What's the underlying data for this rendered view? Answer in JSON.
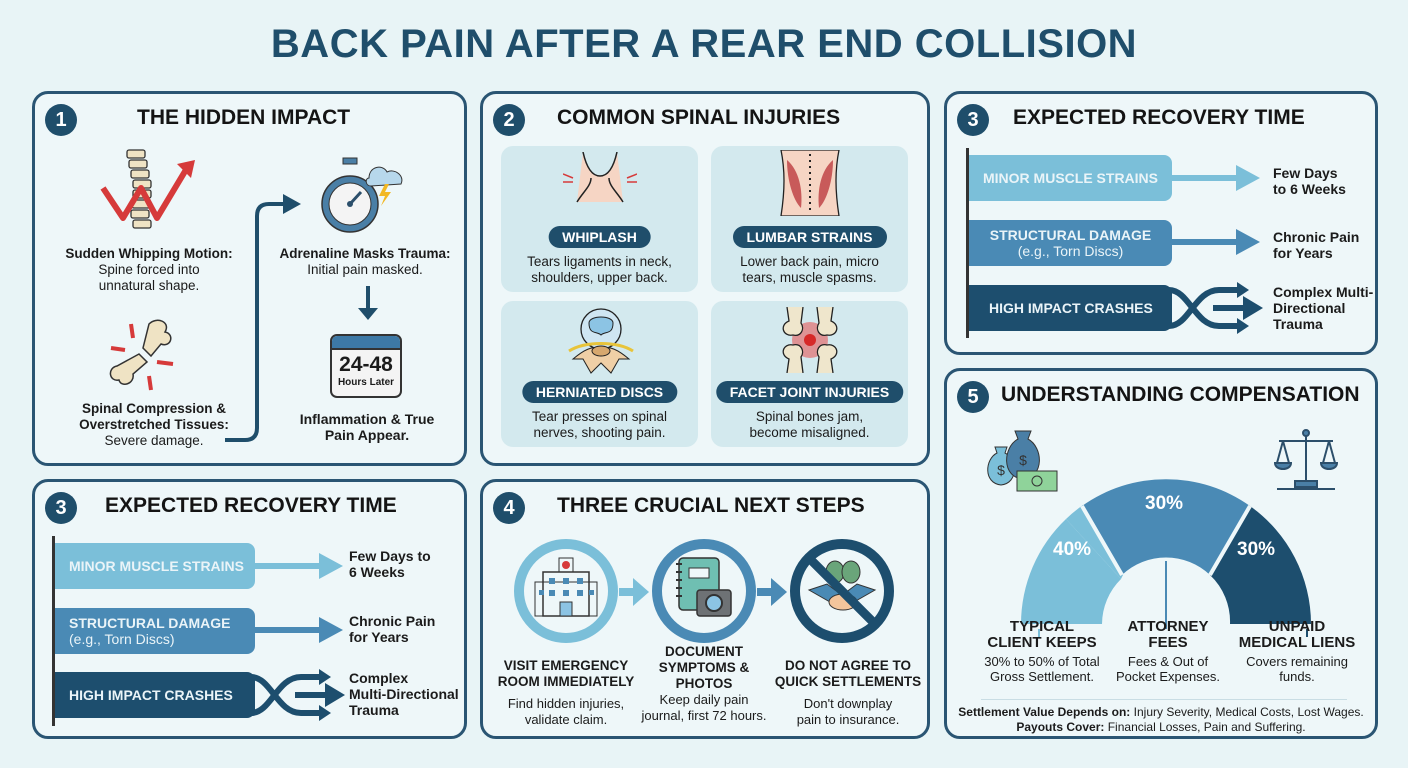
{
  "title": "BACK PAIN AFTER A REAR END COLLISION",
  "colors": {
    "navy": "#1f4e6b",
    "light_blue": "#7bbfd9",
    "mid_blue": "#4a8ab5",
    "dark_blue": "#1d4e6e",
    "red": "#d63a3a",
    "background": "#e8f4f6"
  },
  "hidden_impact": {
    "number": "1",
    "title": "THE HIDDEN IMPACT",
    "items": [
      {
        "heading": "Sudden Whipping Motion:",
        "text": "Spine forced into unnatural shape.",
        "icon": "spine-whip-icon"
      },
      {
        "heading": "Spinal Compression & Overstretched Tissues:",
        "text": "Severe damage.",
        "icon": "broken-bone-icon"
      },
      {
        "heading": "Adrenaline Masks Trauma:",
        "text": "Initial pain masked.",
        "icon": "stopwatch-storm-icon"
      },
      {
        "heading": "Inflammation & True Pain Appear.",
        "text": "",
        "icon": "calendar-icon"
      }
    ],
    "calendar": {
      "big": "24-48",
      "small": "Hours Later"
    }
  },
  "spinal_injuries": {
    "number": "2",
    "title": "COMMON SPINAL INJURIES",
    "cards": [
      {
        "label": "WHIPLASH",
        "desc_1": "Tears ligaments in neck,",
        "desc_2": "shoulders, upper back."
      },
      {
        "label": "LUMBAR STRAINS",
        "desc_1": "Lower back pain, micro",
        "desc_2": "tears, muscle spasms."
      },
      {
        "label": "HERNIATED DISCS",
        "desc_1": "Tear presses on spinal",
        "desc_2": "nerves, shooting pain."
      },
      {
        "label": "FACET JOINT INJURIES",
        "desc_1": "Spinal bones jam,",
        "desc_2": "become misaligned."
      }
    ]
  },
  "recovery_top": {
    "number": "3",
    "title": "EXPECTED RECOVERY TIME",
    "rows": [
      {
        "label": "MINOR MUSCLE STRAINS",
        "sub": "",
        "out_1": "Few Days",
        "out_2": "to 6 Weeks",
        "out_3": ""
      },
      {
        "label": "STRUCTURAL DAMAGE",
        "sub": "(e.g., Torn Discs)",
        "out_1": "Chronic Pain",
        "out_2": "for Years",
        "out_3": ""
      },
      {
        "label": "HIGH IMPACT CRASHES",
        "sub": "",
        "out_1": "Complex Multi-",
        "out_2": "Directional",
        "out_3": "Trauma"
      }
    ]
  },
  "recovery_bottom": {
    "number": "3",
    "title": "EXPECTED RECOVERY TIME",
    "rows": [
      {
        "label": "MINOR MUSCLE STRAINS",
        "sub": "",
        "out_1": "Few Days to",
        "out_2": "6 Weeks",
        "out_3": ""
      },
      {
        "label": "STRUCTURAL DAMAGE",
        "sub": "(e.g., Torn Discs)",
        "out_1": "Chronic Pain",
        "out_2": "for Years",
        "out_3": ""
      },
      {
        "label": "HIGH IMPACT CRASHES",
        "sub": "",
        "out_1": "Complex",
        "out_2": "Multi-Directional",
        "out_3": "Trauma"
      }
    ]
  },
  "next_steps": {
    "number": "4",
    "title": "THREE CRUCIAL NEXT STEPS",
    "steps": [
      {
        "heading": "VISIT EMERGENCY ROOM IMMEDIATELY",
        "text": "Find hidden injuries, validate claim.",
        "icon": "hospital-icon"
      },
      {
        "heading": "DOCUMENT SYMPTOMS & PHOTOS",
        "text": "Keep daily pain journal, first 72 hours.",
        "icon": "journal-camera-icon"
      },
      {
        "heading": "DO NOT AGREE TO QUICK SETTLEMENTS",
        "text": "Don't downplay pain to insurance.",
        "icon": "no-handshake-money-icon"
      }
    ]
  },
  "compensation": {
    "number": "5",
    "title": "UNDERSTANDING COMPENSATION",
    "segments": [
      {
        "pct": "40%",
        "label_1": "TYPICAL",
        "label_2": "CLIENT KEEPS",
        "desc_1": "30% to 50% of Total",
        "desc_2": "Gross Settlement."
      },
      {
        "pct": "30%",
        "label_1": "ATTORNEY",
        "label_2": "FEES",
        "desc_1": "Fees & Out of",
        "desc_2": "Pocket Expenses."
      },
      {
        "pct": "30%",
        "label_1": "UNPAID",
        "label_2": "MEDICAL LIENS",
        "desc_1": "Covers remaining",
        "desc_2": "funds."
      }
    ],
    "footer_1_bold": "Settlement Value Depends on:",
    "footer_1_text": " Injury Severity, Medical Costs, Lost Wages.",
    "footer_2_bold": "Payouts Cover:",
    "footer_2_text": " Financial Losses, Pain and Suffering."
  },
  "chart_data": {
    "type": "pie",
    "title": "UNDERSTANDING COMPENSATION",
    "style": "half-donut",
    "categories": [
      "Typical Client Keeps",
      "Attorney Fees",
      "Unpaid Medical Liens"
    ],
    "values": [
      40,
      30,
      30
    ],
    "unit": "%"
  }
}
